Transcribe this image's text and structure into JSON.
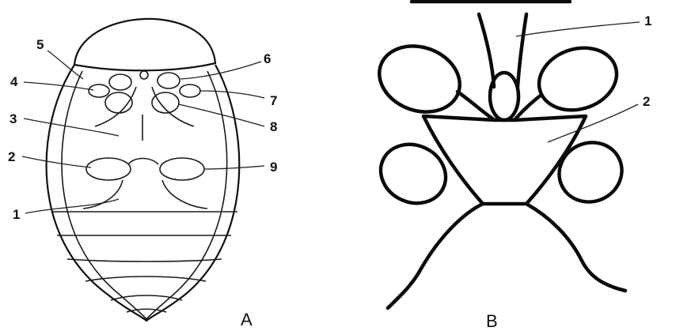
{
  "panel_a": {
    "caption": "A",
    "labels": [
      "1",
      "2",
      "3",
      "4",
      "5",
      "6",
      "7",
      "8",
      "9"
    ]
  },
  "panel_b": {
    "caption": "B",
    "labels": [
      "1",
      "2"
    ]
  }
}
